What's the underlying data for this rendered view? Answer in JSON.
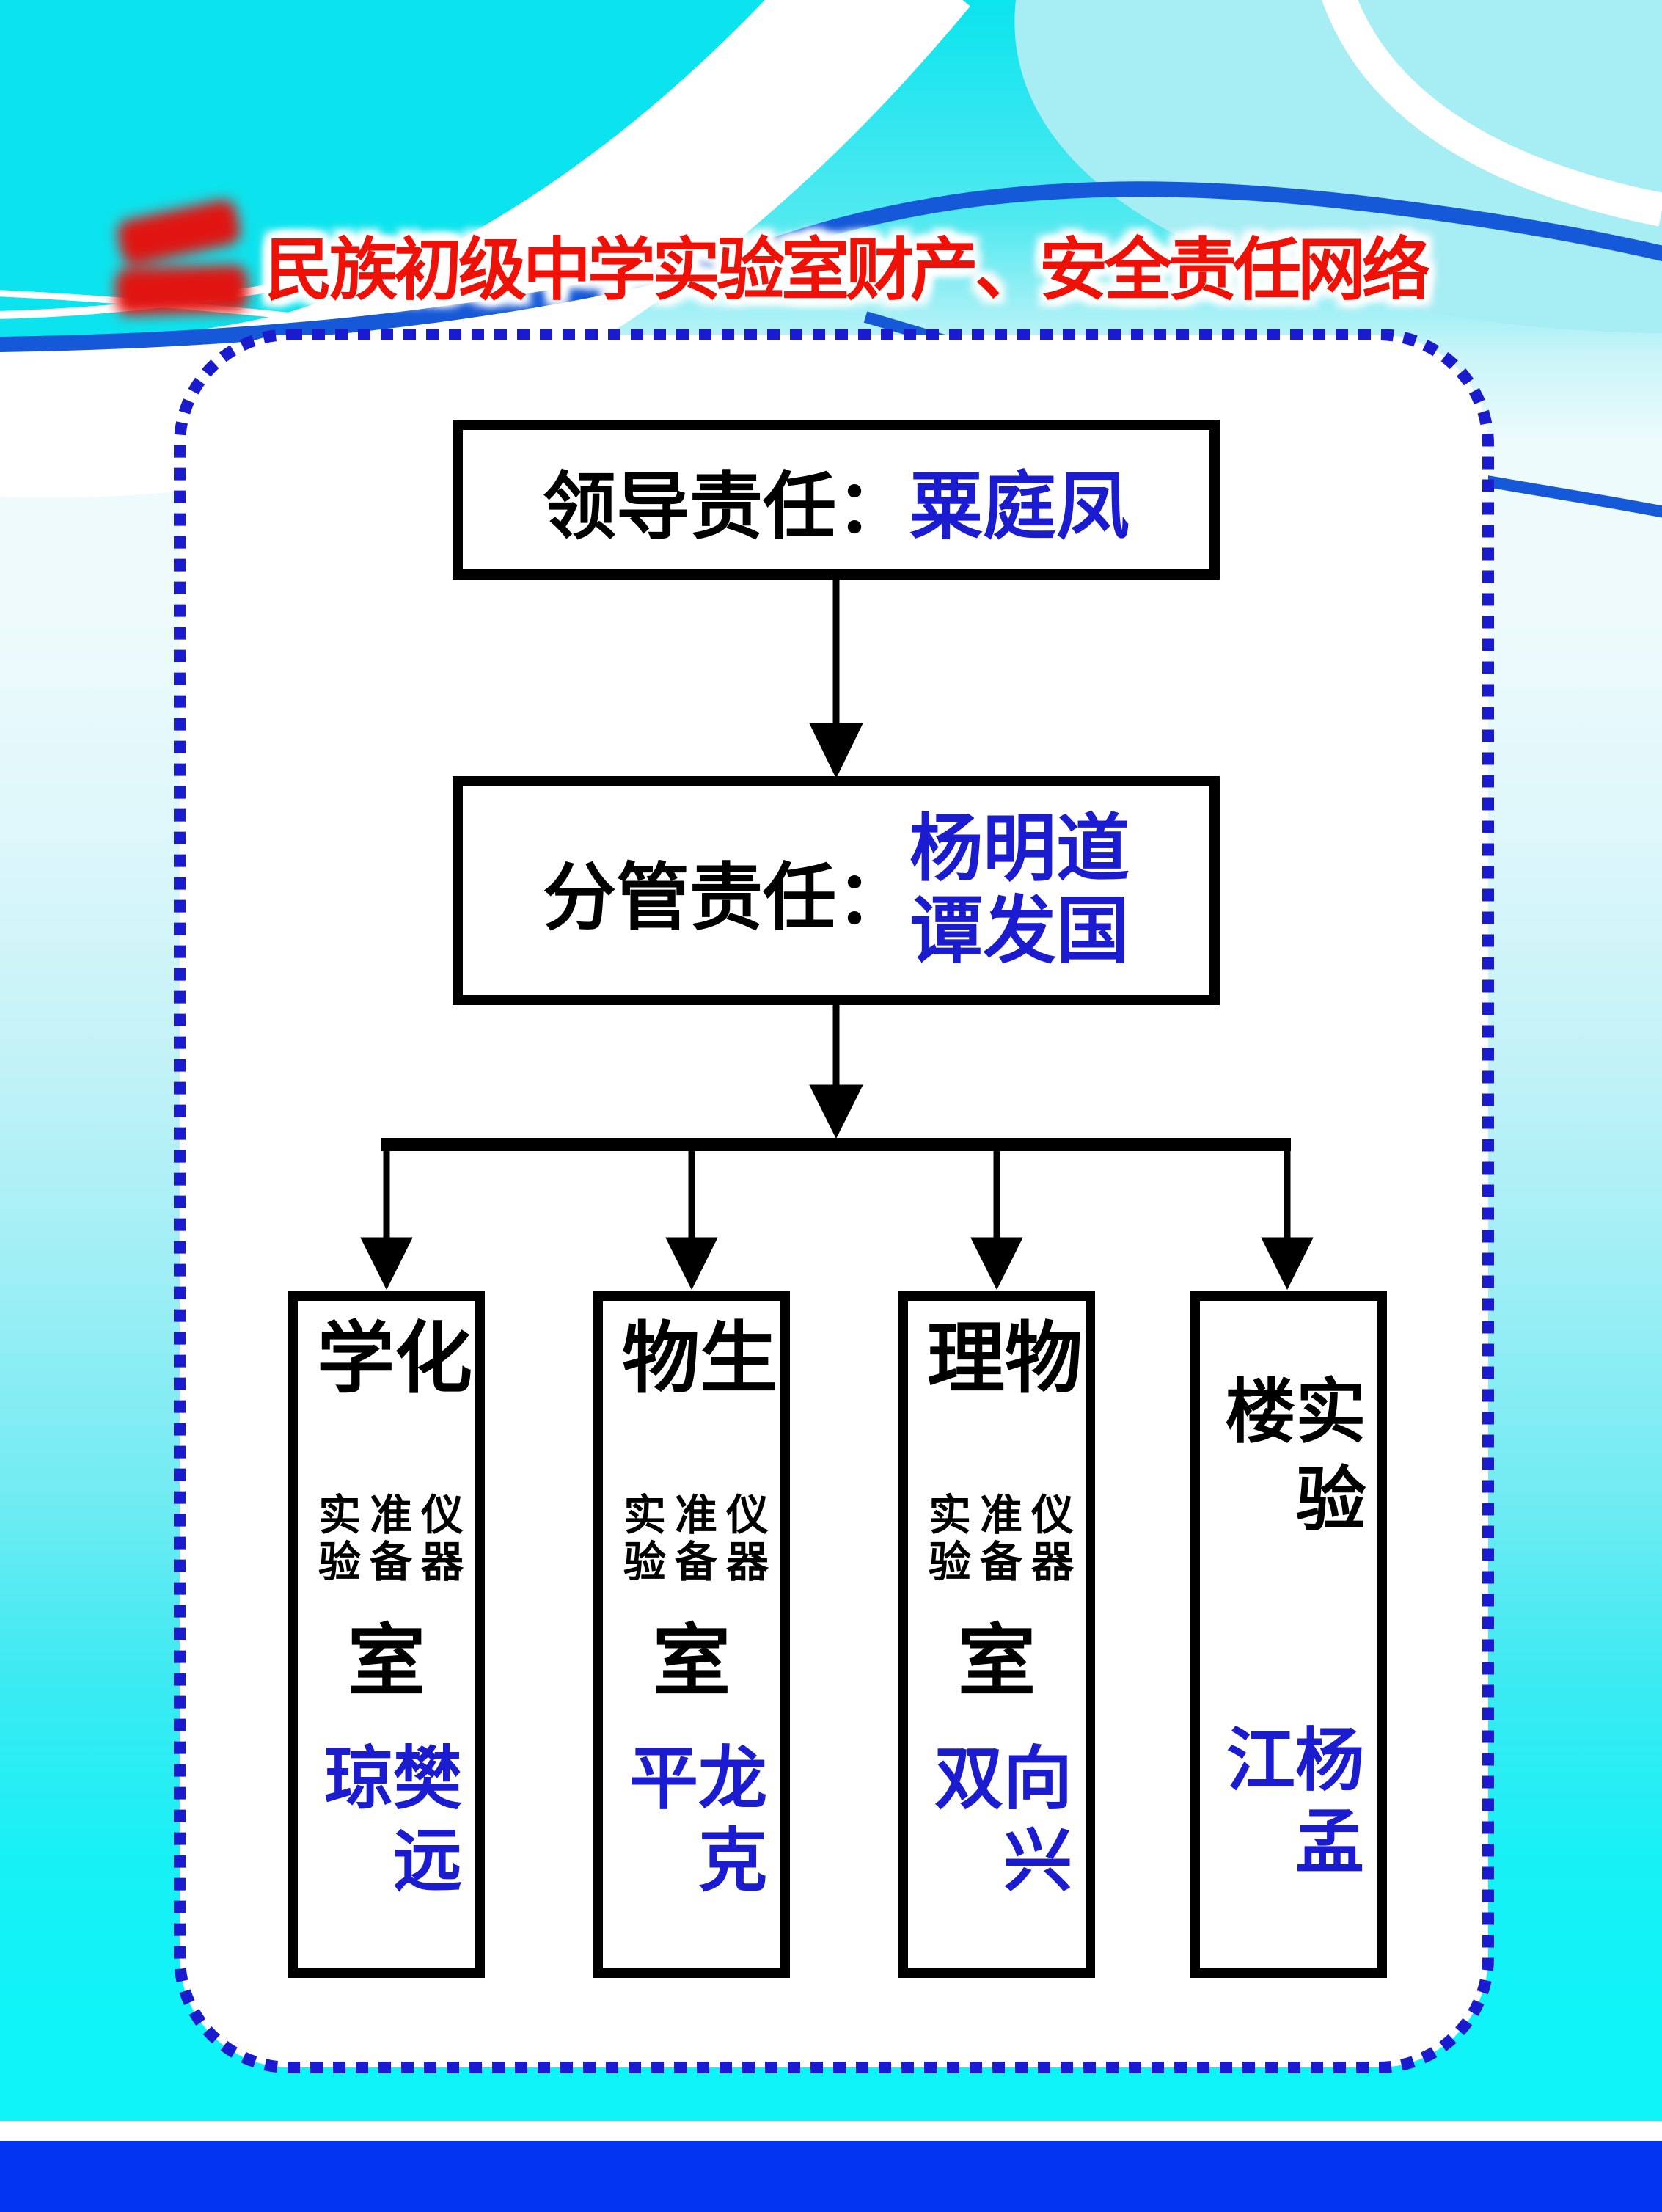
{
  "title": {
    "text": "民族初级中学实验室财产、安全责任网络",
    "prefix_note": "redacted-school-name"
  },
  "chart": {
    "level1": {
      "label": "领导责任：",
      "name": "粟庭凤"
    },
    "level2": {
      "label": "分管责任：",
      "names": [
        "杨明道",
        "谭发国"
      ]
    },
    "level3": [
      {
        "subject": "化学",
        "cols": [
          "实验",
          "准备",
          "仪器"
        ],
        "suffix": "室",
        "name": "樊远琼"
      },
      {
        "subject": "生物",
        "cols": [
          "实验",
          "准备",
          "仪器"
        ],
        "suffix": "室",
        "name": "龙克平"
      },
      {
        "subject": "物理",
        "cols": [
          "实验",
          "准备",
          "仪器"
        ],
        "suffix": "室",
        "name": "向兴双"
      },
      {
        "subject": "实验楼",
        "name": "杨孟江"
      }
    ]
  },
  "colors": {
    "title_red": "#ee1108",
    "name_blue": "#1b1bd0",
    "dotted_border_blue": "#1a1ace",
    "swoosh_blue": "#1659d8",
    "banner_cyan": "#0be4ee",
    "banner_light_cyan": "#a7edf4",
    "bottom_bar_blue": "#0334f2"
  }
}
